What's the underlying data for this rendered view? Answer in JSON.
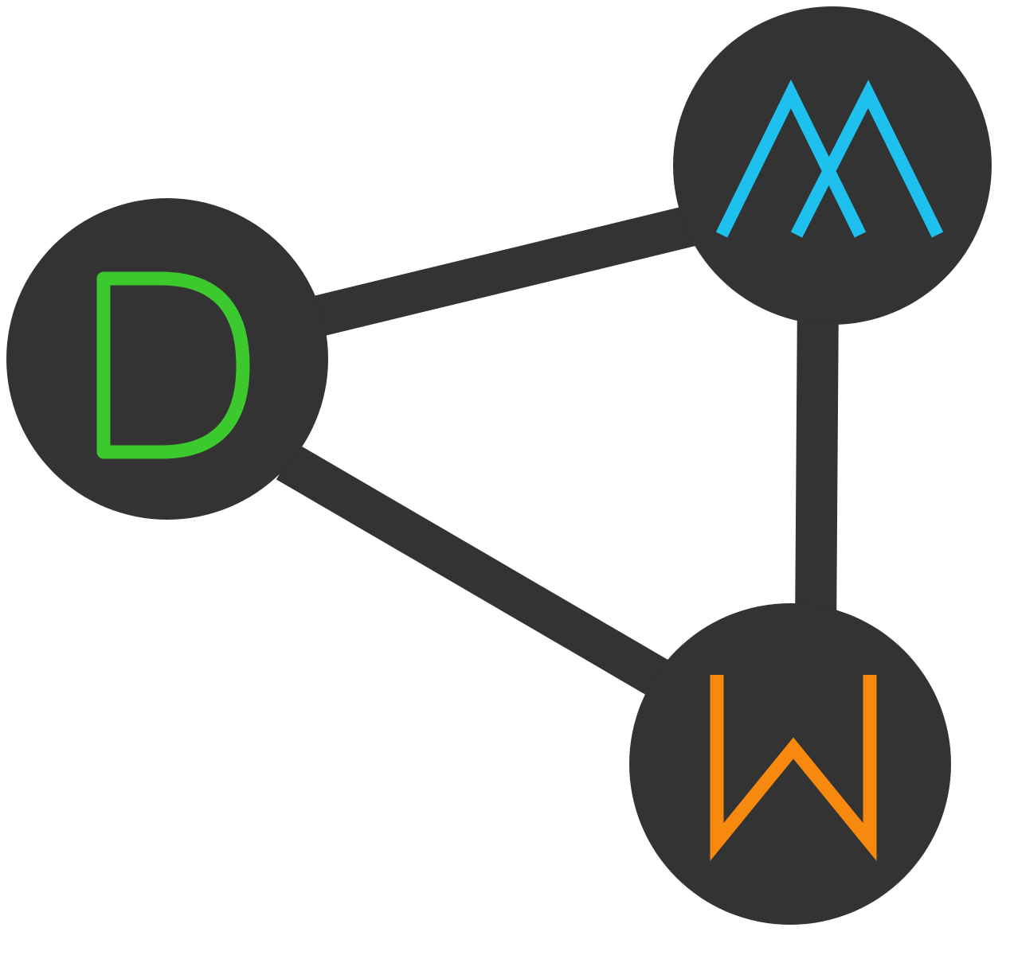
{
  "logo": {
    "node_color": "#333333",
    "edge_color": "#333333",
    "background": "#ffffff",
    "nodes": [
      {
        "id": "d",
        "letter": "D",
        "color": "#3cc92e"
      },
      {
        "id": "m",
        "letter": "M",
        "color": "#1ec0ee"
      },
      {
        "id": "w",
        "letter": "W",
        "color": "#f78a0e"
      }
    ],
    "edges": [
      {
        "from": "d",
        "to": "m"
      },
      {
        "from": "m",
        "to": "w"
      },
      {
        "from": "d",
        "to": "w"
      }
    ]
  }
}
